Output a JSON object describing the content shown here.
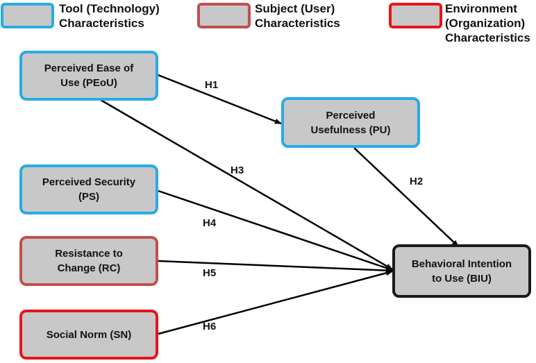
{
  "colors": {
    "tool": "#29abe2",
    "subject": "#c0504d",
    "environment": "#e8141b",
    "outcome": "#1a1a1a",
    "fill": "#c8c8c8"
  },
  "legend": {
    "tool": "Tool (Technology)\nCharacteristics",
    "subject": "Subject (User)\nCharacteristics",
    "environment": "Environment\n(Organization)\nCharacteristics"
  },
  "nodes": {
    "peou": "Perceived Ease of\nUse (PEoU)",
    "pu": "Perceived\nUsefulness (PU)",
    "ps": "Perceived Security\n(PS)",
    "rc": "Resistance to\nChange (RC)",
    "sn": "Social Norm (SN)",
    "biu": "Behavioral Intention\nto Use (BIU)"
  },
  "hypotheses": {
    "h1": "H1",
    "h2": "H2",
    "h3": "H3",
    "h4": "H4",
    "h5": "H5",
    "h6": "H6"
  },
  "edges": [
    {
      "from": "peou",
      "to": "pu",
      "label": "H1"
    },
    {
      "from": "pu",
      "to": "biu",
      "label": "H2"
    },
    {
      "from": "peou",
      "to": "biu",
      "label": "H3"
    },
    {
      "from": "ps",
      "to": "biu",
      "label": "H4"
    },
    {
      "from": "rc",
      "to": "biu",
      "label": "H5"
    },
    {
      "from": "sn",
      "to": "biu",
      "label": "H6"
    }
  ]
}
